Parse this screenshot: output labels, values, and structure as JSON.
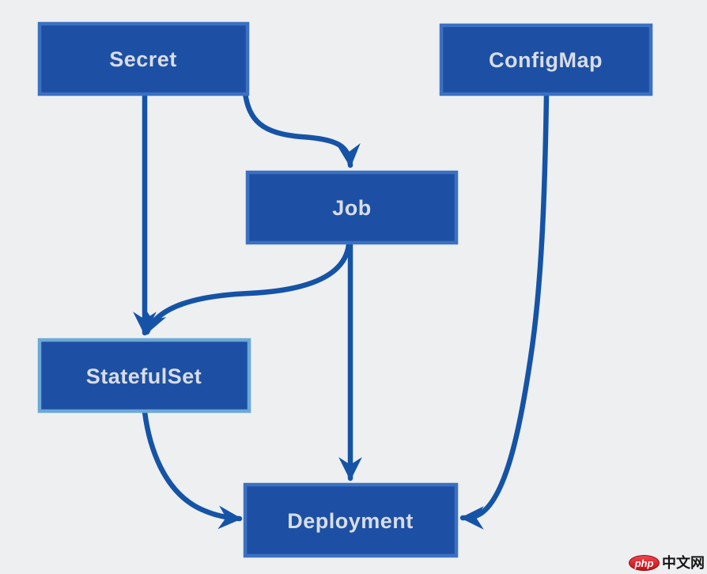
{
  "diagram": {
    "nodes": [
      {
        "id": "secret",
        "label": "Secret"
      },
      {
        "id": "configmap",
        "label": "ConfigMap"
      },
      {
        "id": "job",
        "label": "Job"
      },
      {
        "id": "statefulset",
        "label": "StatefulSet"
      },
      {
        "id": "deployment",
        "label": "Deployment"
      }
    ],
    "edges": [
      {
        "from": "Secret",
        "to": "Job"
      },
      {
        "from": "Secret",
        "to": "StatefulSet"
      },
      {
        "from": "Job",
        "to": "Deployment"
      },
      {
        "from": "Job",
        "to": "StatefulSet"
      },
      {
        "from": "StatefulSet",
        "to": "Deployment"
      },
      {
        "from": "ConfigMap",
        "to": "Deployment"
      }
    ]
  },
  "colors": {
    "background": "#edeff0",
    "node_fill": "#1d50a4",
    "node_border": "#3c70c2",
    "statefulset_border": "#6ba8d8",
    "edge": "#1553a6",
    "node_text": "#d9dde6",
    "watermark_red": "#d6141d"
  },
  "watermark": {
    "logo_text": "php",
    "site_text": "中文网"
  }
}
